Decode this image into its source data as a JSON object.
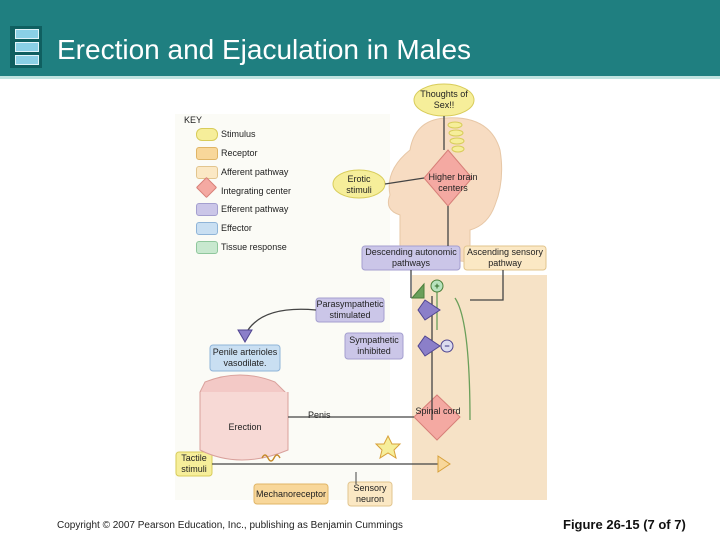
{
  "title": "Erection and Ejaculation in Males",
  "key": {
    "heading": "KEY",
    "items": [
      {
        "label": "Stimulus",
        "color": "#f6ee9a"
      },
      {
        "label": "Receptor",
        "color": "#f8d79a"
      },
      {
        "label": "Afferent pathway",
        "color": "#fbe8c4"
      },
      {
        "label": "Integrating center",
        "color": "#f4a9a2"
      },
      {
        "label": "Efferent pathway",
        "color": "#cbc6e8"
      },
      {
        "label": "Effector",
        "color": "#c9dff2"
      },
      {
        "label": "Tissue response",
        "color": "#c8e8cf"
      }
    ]
  },
  "nodes": {
    "thoughts": "Thoughts of Sex!!",
    "erotic": "Erotic stimuli",
    "higher_brain": "Higher brain centers",
    "descending": "Descending autonomic pathways",
    "ascending": "Ascending sensory pathway",
    "parasympathetic": "Parasympathetic stimulated",
    "sympathetic": "Sympathetic inhibited",
    "arterioles": "Penile arterioles vasodilate.",
    "penis": "Penis",
    "erection": "Erection",
    "spinal": "Spinal cord",
    "tactile": "Tactile stimuli",
    "mechano": "Mechanoreceptor",
    "sensory": "Sensory neuron",
    "plus_sign": "+",
    "minus_sign": "−"
  },
  "footer": {
    "copyright": "Copyright © 2007 Pearson Education, Inc., publishing as Benjamin Cummings",
    "figure": "Figure 26-15 (7 of 7)"
  }
}
